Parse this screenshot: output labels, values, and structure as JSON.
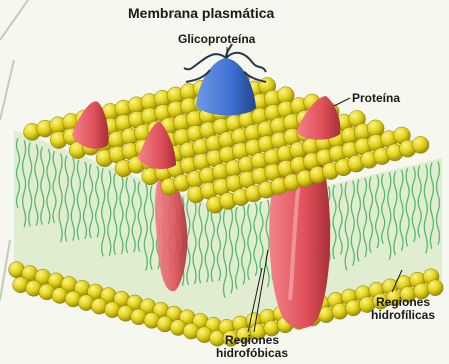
{
  "title": "Membrana plasmática",
  "labels": {
    "glicoproteina": "Glicoproteína",
    "proteina": "Proteína",
    "hidrofilicas_1": "Regiones",
    "hidrofilicas_2": "hidrofílicas",
    "hidrofobicas_1": "Regiones",
    "hidrofobicas_2": "hidrofóbicas"
  },
  "colors": {
    "background": "#f6f7ef",
    "lipid_head": "#e2d21a",
    "lipid_tail": "#3fae5a",
    "protein": "#e0505a",
    "glycoprotein": "#3d6fd0",
    "sugar_chain": "#2a3550"
  }
}
